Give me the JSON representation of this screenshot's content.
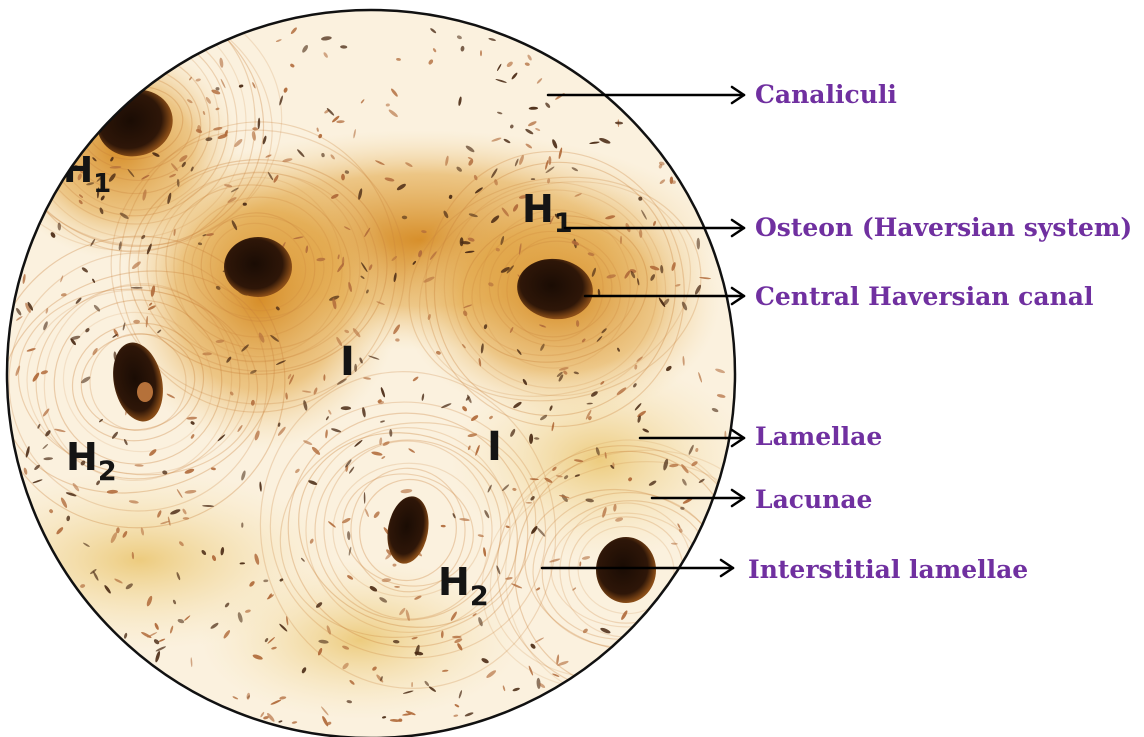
{
  "colors": {
    "label": "#7030a0",
    "arrow": "#000000",
    "tissue": "#fbf1de",
    "stain": "#d7922f",
    "canal": "#2a1608"
  },
  "labels": {
    "canaliculi": "Canaliculi",
    "osteon": "Osteon (Haversian system)",
    "central_canal": "Central Haversian canal",
    "lamellae": "Lamellae",
    "lacunae": "Lacunae",
    "interstitial": "Interstitial lamellae"
  },
  "markers": {
    "h1_upper_left": {
      "letter": "H",
      "sub": "1"
    },
    "h1_upper_right": {
      "letter": "H",
      "sub": "1"
    },
    "h2_left": {
      "letter": "H",
      "sub": "2"
    },
    "h2_bottom": {
      "letter": "H",
      "sub": "2"
    },
    "interstitial_center": {
      "letter": "I"
    },
    "interstitial_right": {
      "letter": "I"
    }
  }
}
